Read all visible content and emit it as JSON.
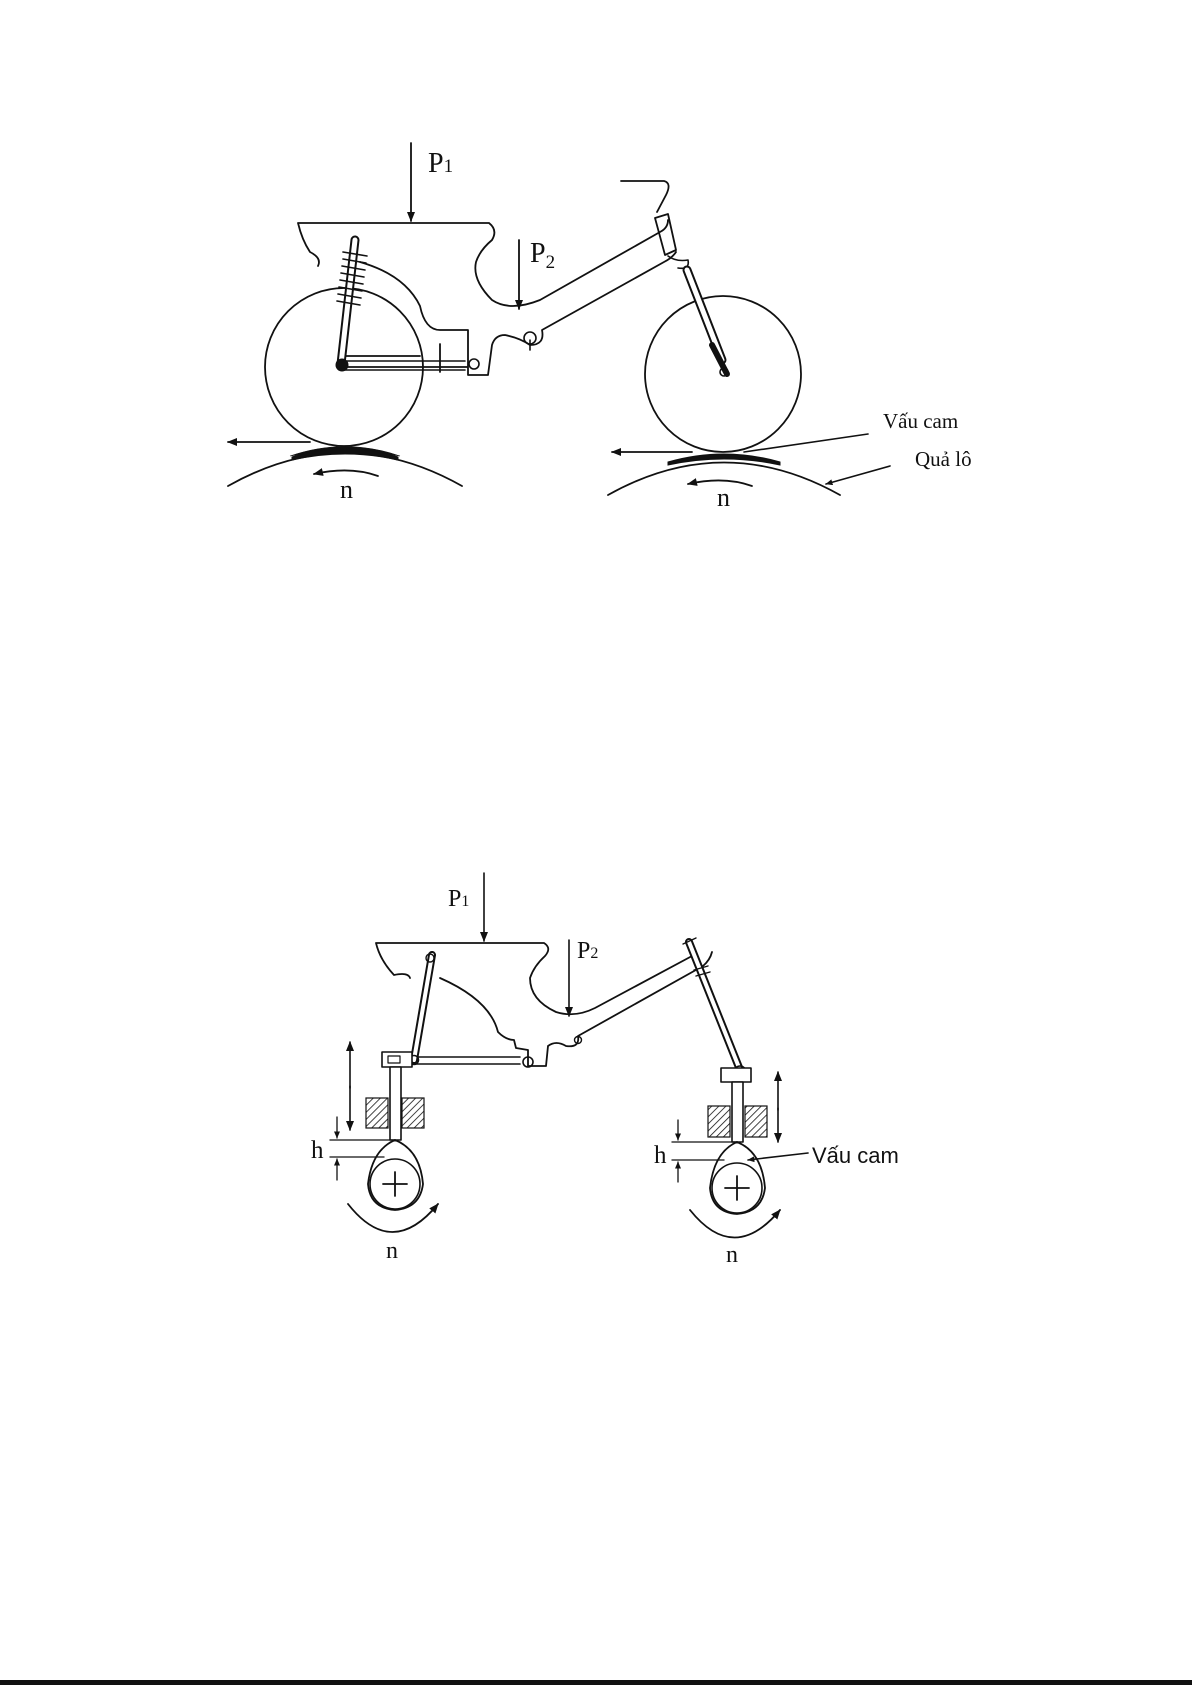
{
  "figure_top": {
    "load_front": "P",
    "load_front_sub": "1",
    "load_rear": "P",
    "load_rear_sub": "2",
    "label_cam": "Vấu cam",
    "label_roller": "Quả lô",
    "rotation_left": "n",
    "rotation_right": "n"
  },
  "figure_bottom": {
    "load_front": "P",
    "load_front_sub": "1",
    "load_rear": "P",
    "load_rear_sub": "2",
    "label_cam": "Vấu cam",
    "lift_left": "h",
    "lift_right": "h",
    "rotation_left": "n",
    "rotation_right": "n"
  }
}
